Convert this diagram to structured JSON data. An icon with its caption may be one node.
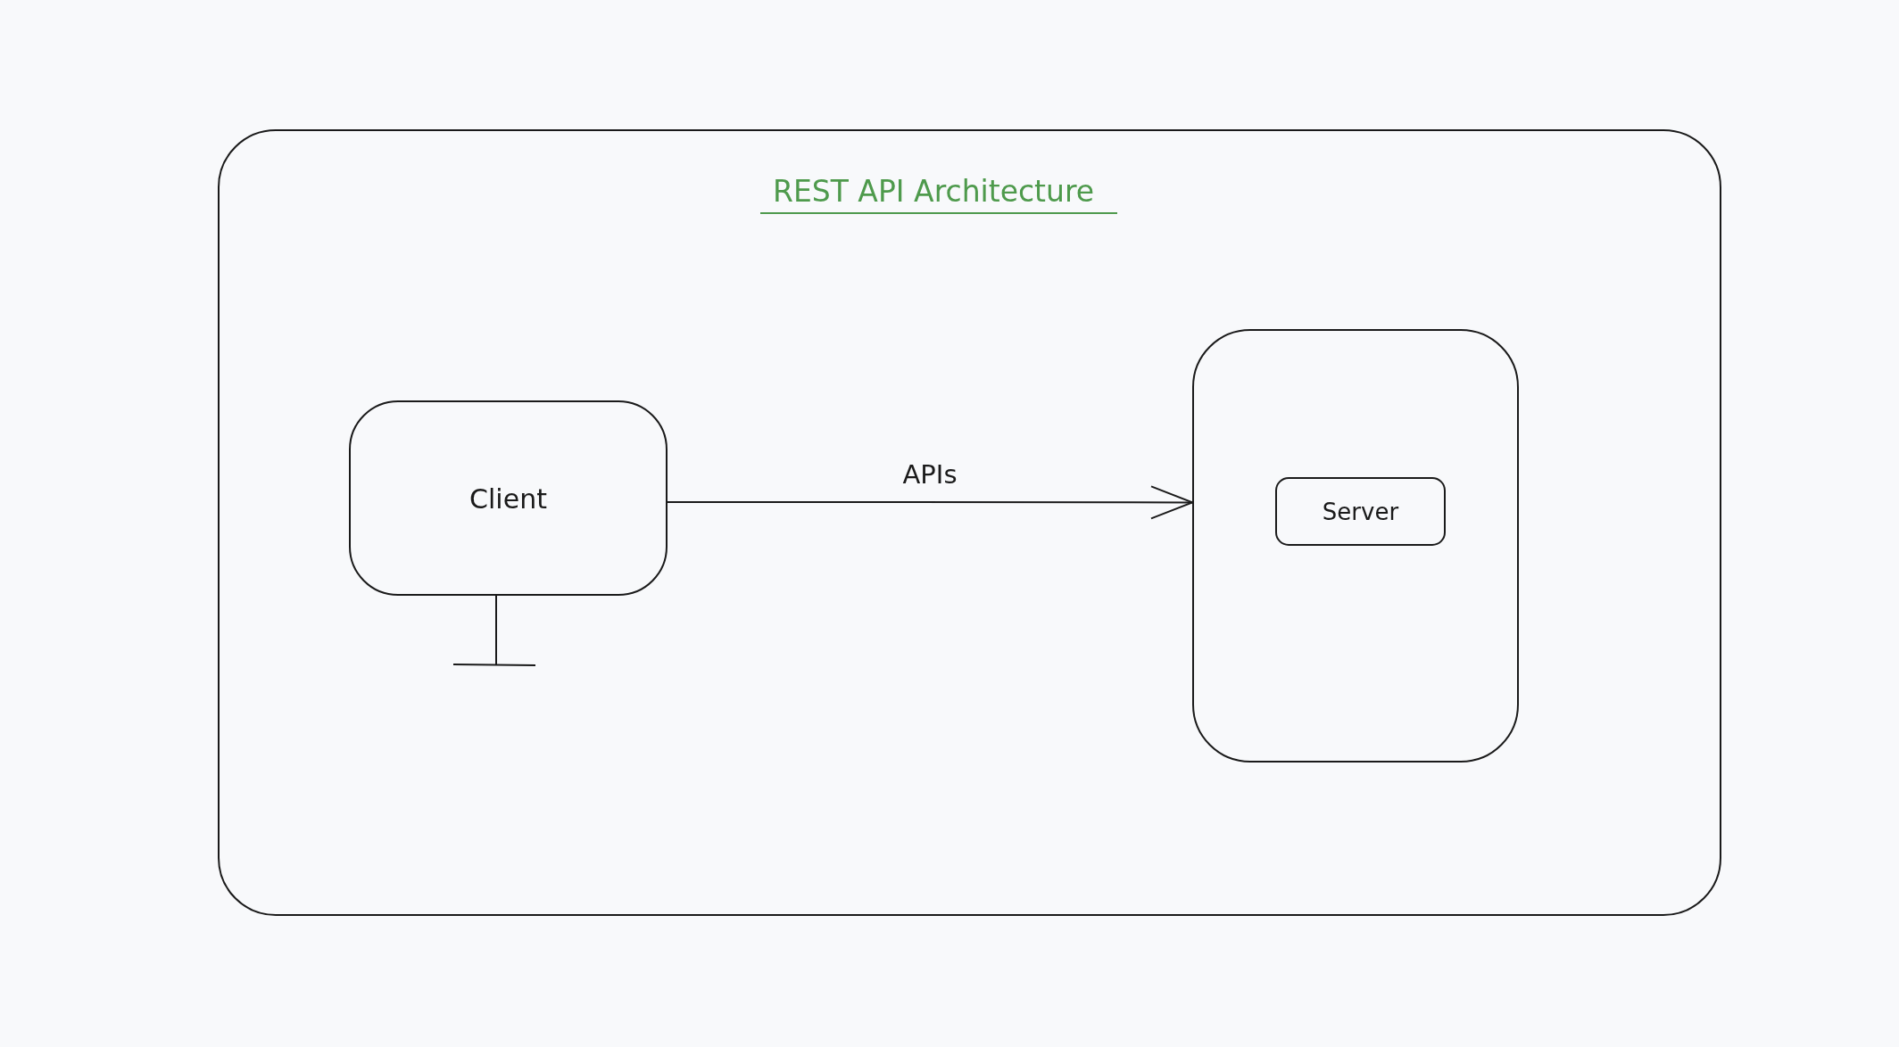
{
  "diagram": {
    "nodes": [
      {
        "text": [
          "REST API Architecture"
        ]
      },
      {
        "text": [
          "Client"
        ],
        "in": 0
      },
      {
        "text": [],
        "shape": "box",
        "in": 0
      },
      {
        "text": [
          "Server"
        ],
        "in": 2
      }
    ],
    "edges": [
      {
        "from": 1,
        "to": 2,
        "arrow": "to",
        "label": "APIs"
      }
    ]
  }
}
